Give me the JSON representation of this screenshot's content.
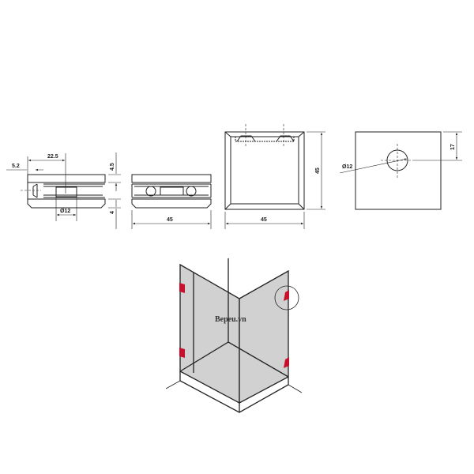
{
  "side_view": {
    "dim_depth": "22.5",
    "dim_offset": "5.2",
    "dim_top": "4.5",
    "dim_bottom": "4",
    "dim_pin": "Ø12"
  },
  "front_view": {
    "dim_width": "45"
  },
  "top_view": {
    "dim_height": "45",
    "dim_width": "45"
  },
  "glass_plate": {
    "dim_hole": "Ø12",
    "dim_hole_offset": "17"
  },
  "shower": {
    "watermark": "Bepeu.vn",
    "hinge_color": "#c8102e",
    "glass_color": "#c9c9c9"
  }
}
